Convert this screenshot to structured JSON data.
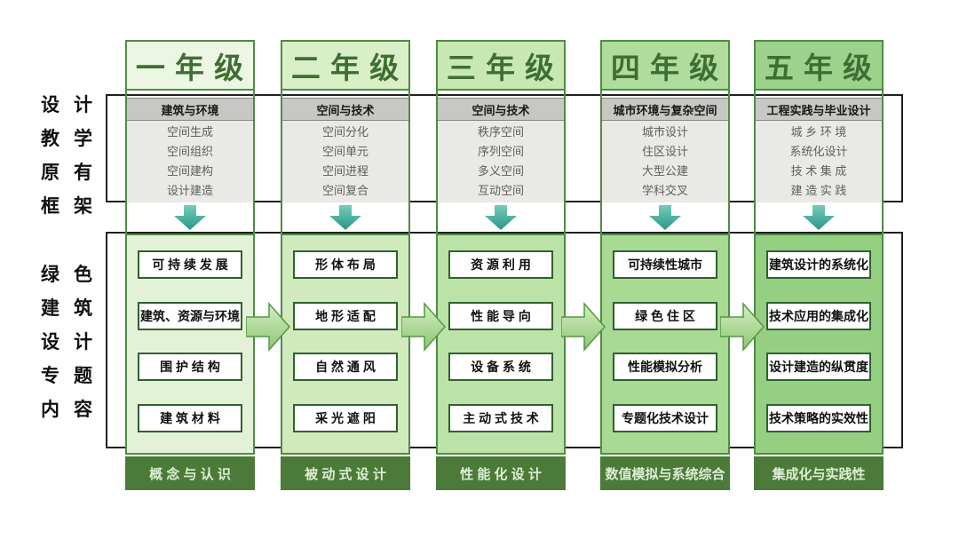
{
  "side_labels": {
    "original_framework": [
      "设计",
      "教学",
      "原有",
      "框架"
    ],
    "green_topics": [
      "绿色",
      "建筑",
      "设计",
      "专题",
      "内容"
    ]
  },
  "columns": [
    {
      "grade": "一 年 级",
      "subject": "建筑与环境",
      "items": [
        "空间生成",
        "空间组织",
        "空间建构",
        "设计建造"
      ],
      "topics": [
        "可 持 续 发 展",
        "建筑、资源与环境",
        "围 护 结 构",
        "建 筑 材 料"
      ],
      "stage": "概 念 与 认 识",
      "header_bg": "#ebf6e3",
      "panel_bg": "#e3f2d6"
    },
    {
      "grade": "二 年 级",
      "subject": "空间与技术",
      "items": [
        "空间分化",
        "空间单元",
        "空间进程",
        "空间复合"
      ],
      "topics": [
        "形 体 布 局",
        "地 形 适 配",
        "自 然 通 风",
        "采 光 遮 阳"
      ],
      "stage": "被 动 式 设 计",
      "header_bg": "#d9efc7",
      "panel_bg": "#d0eabd"
    },
    {
      "grade": "三 年 级",
      "subject": "空间与技术",
      "items": [
        "秩序空间",
        "序列空间",
        "多义空间",
        "互动空间"
      ],
      "topics": [
        "资 源 利 用",
        "性 能 导 向",
        "设 备 系 统",
        "主 动 式 技 术"
      ],
      "stage": "性 能 化 设 计",
      "header_bg": "#c7e7b3",
      "panel_bg": "#bce3a7"
    },
    {
      "grade": "四 年 级",
      "subject": "城市环境与复杂空间",
      "items": [
        "城市设计",
        "住区设计",
        "大型公建",
        "学科交叉"
      ],
      "topics": [
        "可持续性城市",
        "绿 色 住 区",
        "性能模拟分析",
        "专题化技术设计"
      ],
      "stage": "数值模拟与系统综合",
      "header_bg": "#b0dc9c",
      "panel_bg": "#a8da93"
    },
    {
      "grade": "五 年 级",
      "subject": "工程实践与毕业设计",
      "items": [
        "城 乡 环 境",
        "系统化设计",
        "技 术 集 成",
        "建 造 实 践"
      ],
      "topics": [
        "建筑设计的系统化",
        "技术应用的集成化",
        "设计建造的纵贯度",
        "技术策略的实效性"
      ],
      "stage": "集成化与实践性",
      "header_bg": "#9cd28b",
      "panel_bg": "#95d082"
    }
  ],
  "colors": {
    "column_border": "#4e8c44",
    "frame_border": "#1f1f1f",
    "grade_text": "#3f6e33",
    "subject_bar_bg": "#c7c8c3",
    "items_bg": "#e9e9e6",
    "stage_bg": "#4c7a38",
    "stage_text": "#dceed3",
    "down_arrow_top": "#74cdbb",
    "down_arrow_bottom": "#2c968a",
    "right_arrow_fill_light": "#d5eec1",
    "right_arrow_fill_dark": "#8cc673",
    "right_arrow_stroke": "#559646"
  }
}
